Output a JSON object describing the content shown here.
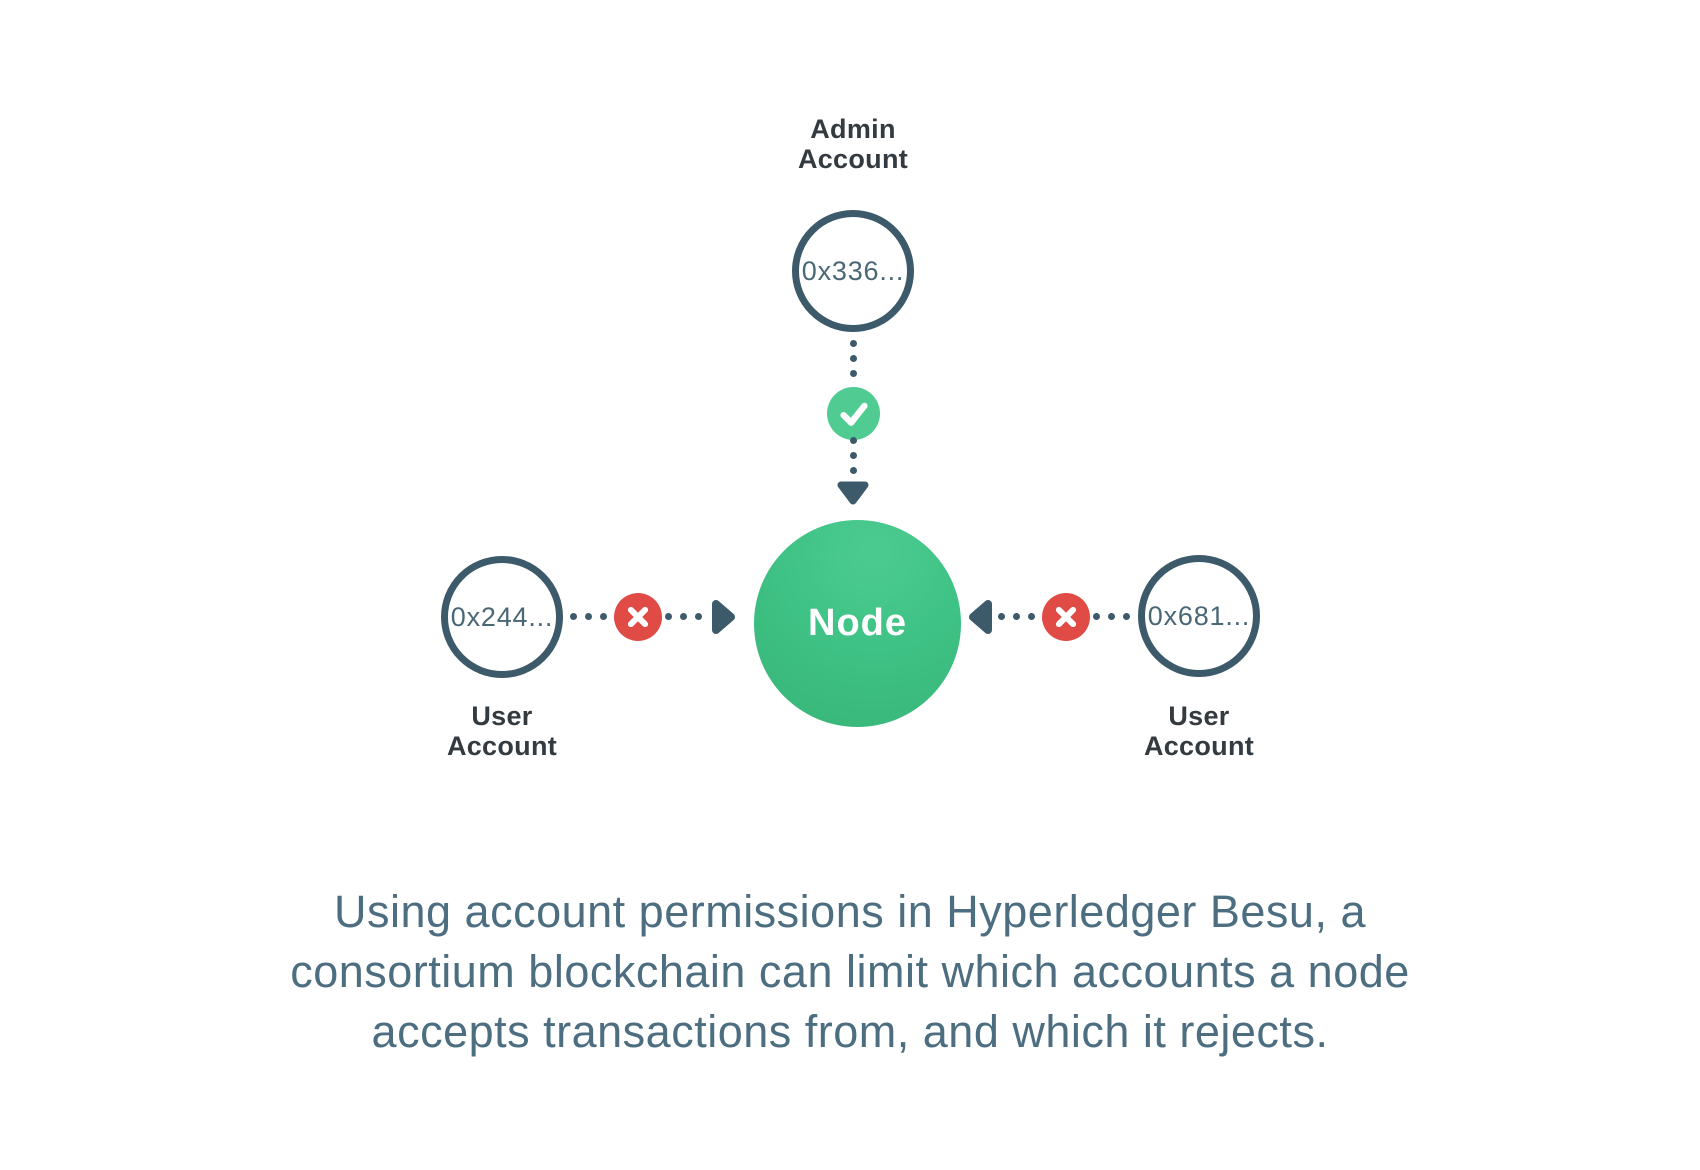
{
  "diagram": {
    "admin": {
      "label": "Admin\nAccount",
      "address": "0x336..."
    },
    "node": {
      "label": "Node"
    },
    "user_left": {
      "label": "User\nAccount",
      "address": "0x244..."
    },
    "user_right": {
      "label": "User\nAccount",
      "address": "0x681..."
    },
    "caption": "Using account permissions in Hyperledger Besu, a\nconsortium blockchain can limit which accounts a node\naccepts transactions from, and which it rejects.",
    "colors": {
      "node_green": "#3FC285",
      "check_green": "#50CC93",
      "reject_red": "#E04B46",
      "slate_outline": "#3C5A6A",
      "label_dark": "#333A40",
      "address_slate": "#4A6776",
      "caption_slate": "#4C6E80",
      "background": "#FFFFFF"
    }
  }
}
